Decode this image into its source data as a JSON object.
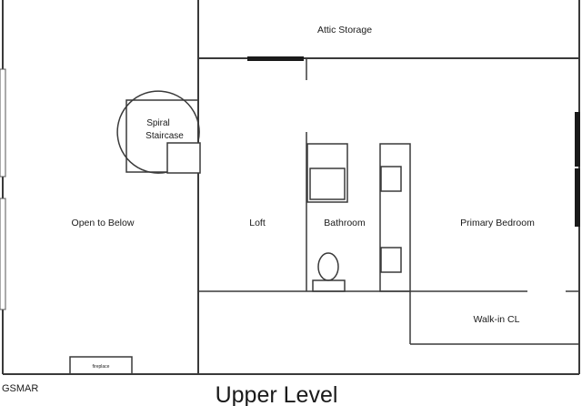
{
  "plan": {
    "title": "Upper Level",
    "watermark": "GSMAR",
    "rooms": {
      "attic": "Attic Storage",
      "spiral_line1": "Spiral",
      "spiral_line2": "Staircase",
      "open_below": "Open to Below",
      "loft": "Loft",
      "bathroom": "Bathroom",
      "primary_bedroom": "Primary Bedroom",
      "walkin": "Walk-in CL",
      "fireplace": "fireplace"
    }
  },
  "colors": {
    "wall": "#3a3a3a",
    "window": "#1a1a1a",
    "background": "#ffffff"
  }
}
